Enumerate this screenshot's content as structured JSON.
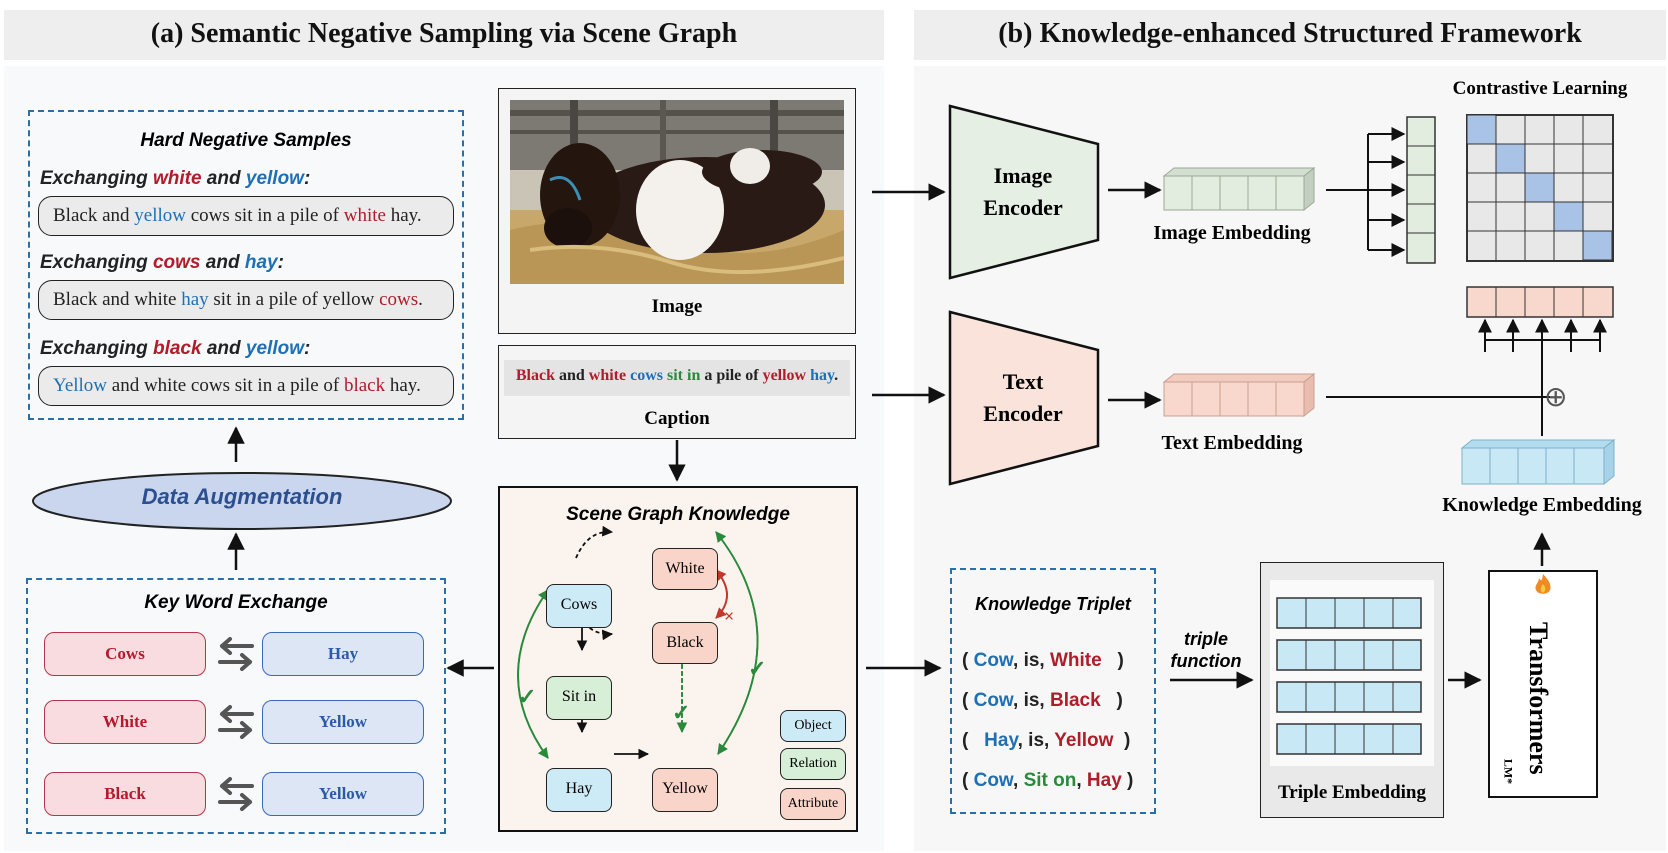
{
  "panel_a": {
    "title": "(a) Semantic Negative Sampling via Scene Graph",
    "hard_negatives": {
      "title": "Hard Negative Samples",
      "groups": [
        {
          "header": [
            [
              "Exchanging ",
              "dark"
            ],
            [
              "white",
              "red"
            ],
            [
              " and ",
              "dark"
            ],
            [
              "yellow",
              "blue"
            ],
            [
              ":",
              "dark"
            ]
          ],
          "sentence": [
            [
              "Black and ",
              "dark"
            ],
            [
              "yellow",
              "blue"
            ],
            [
              " cows sit in a pile of ",
              "dark"
            ],
            [
              "white",
              "red"
            ],
            [
              " hay.",
              "dark"
            ]
          ]
        },
        {
          "header": [
            [
              "Exchanging ",
              "dark"
            ],
            [
              "cows",
              "red"
            ],
            [
              " and ",
              "dark"
            ],
            [
              "hay",
              "blue"
            ],
            [
              ":",
              "dark"
            ]
          ],
          "sentence": [
            [
              "Black and white ",
              "dark"
            ],
            [
              "hay",
              "blue"
            ],
            [
              " sit in a pile of yellow ",
              "dark"
            ],
            [
              "cows",
              "red"
            ],
            [
              ".",
              "dark"
            ]
          ]
        },
        {
          "header": [
            [
              "Exchanging ",
              "dark"
            ],
            [
              "black",
              "red"
            ],
            [
              " and ",
              "dark"
            ],
            [
              "yellow",
              "blue"
            ],
            [
              ":",
              "dark"
            ]
          ],
          "sentence": [
            [
              "Yellow",
              "blue"
            ],
            [
              " and white cows sit in a pile of ",
              "dark"
            ],
            [
              "black",
              "red"
            ],
            [
              " hay.",
              "dark"
            ]
          ]
        }
      ]
    },
    "data_augmentation": "Data Augmentation",
    "keyword_exchange": {
      "title": "Key Word Exchange",
      "pairs": [
        {
          "left": "Cows",
          "right": "Hay"
        },
        {
          "left": "White",
          "right": "Yellow"
        },
        {
          "left": "Black",
          "right": "Yellow"
        }
      ]
    },
    "image_label": "Image",
    "caption": {
      "tokens": [
        [
          "Black",
          "red"
        ],
        [
          " and ",
          "dark"
        ],
        [
          "white",
          "red"
        ],
        [
          " ",
          "dark"
        ],
        [
          "cows",
          "blue"
        ],
        [
          " ",
          "dark"
        ],
        [
          "sit in",
          "green"
        ],
        [
          " a pile of ",
          "dark"
        ],
        [
          "yellow",
          "red"
        ],
        [
          " ",
          "dark"
        ],
        [
          "hay",
          "blue"
        ],
        [
          ".",
          "dark"
        ]
      ],
      "label": "Caption"
    },
    "scene_graph": {
      "title": "Scene Graph Knowledge",
      "nodes": {
        "cows": "Cows",
        "white": "White",
        "black": "Black",
        "sit_in": "Sit in",
        "hay": "Hay",
        "yellow": "Yellow"
      },
      "legend": {
        "object": "Object",
        "relation": "Relation",
        "attribute": "Attribute"
      },
      "marks": {
        "check": "✓",
        "cross": "×"
      }
    }
  },
  "panel_b": {
    "title": "(b) Knowledge-enhanced Structured Framework",
    "image_encoder": "Image Encoder",
    "text_encoder": "Text Encoder",
    "image_embedding": "Image Embedding",
    "text_embedding": "Text Embedding",
    "contrastive_learning": "Contrastive Learning",
    "knowledge_embedding": "Knowledge Embedding",
    "knowledge_triplet": {
      "title": "Knowledge Triplet",
      "rows": [
        [
          [
            "( ",
            "dark"
          ],
          [
            "Cow",
            "blue"
          ],
          [
            ", is, ",
            "dark"
          ],
          [
            "White",
            "red"
          ],
          [
            "   )",
            "dark"
          ]
        ],
        [
          [
            "( ",
            "dark"
          ],
          [
            "Cow",
            "blue"
          ],
          [
            ", is, ",
            "dark"
          ],
          [
            "Black",
            "red"
          ],
          [
            "   )",
            "dark"
          ]
        ],
        [
          [
            "(   ",
            "dark"
          ],
          [
            "Hay",
            "blue"
          ],
          [
            ", is, ",
            "dark"
          ],
          [
            "Yellow",
            "red"
          ],
          [
            "  )",
            "dark"
          ]
        ],
        [
          [
            "( ",
            "dark"
          ],
          [
            "Cow",
            "blue"
          ],
          [
            ", ",
            "dark"
          ],
          [
            "Sit on",
            "green"
          ],
          [
            ", ",
            "dark"
          ],
          [
            "Hay",
            "red"
          ],
          [
            " )",
            "dark"
          ]
        ]
      ]
    },
    "triple_function": "triple function",
    "triple_embedding": "Triple Embedding",
    "transformers": "Transformers",
    "transformers_sub": "LM*",
    "plus_symbol": "⊕"
  },
  "colors": {
    "red": "#b01c2a",
    "blue": "#1f6fb5",
    "green": "#2a8a3c",
    "dark": "#222222",
    "dashed_border": "#2a6fa8",
    "image_encoder_fill": "#e6efe3",
    "text_encoder_fill": "#f9e3da",
    "knowledge_embedding_fill": "#c9e8f6",
    "contrastive_diag": "#a9c3e6"
  }
}
